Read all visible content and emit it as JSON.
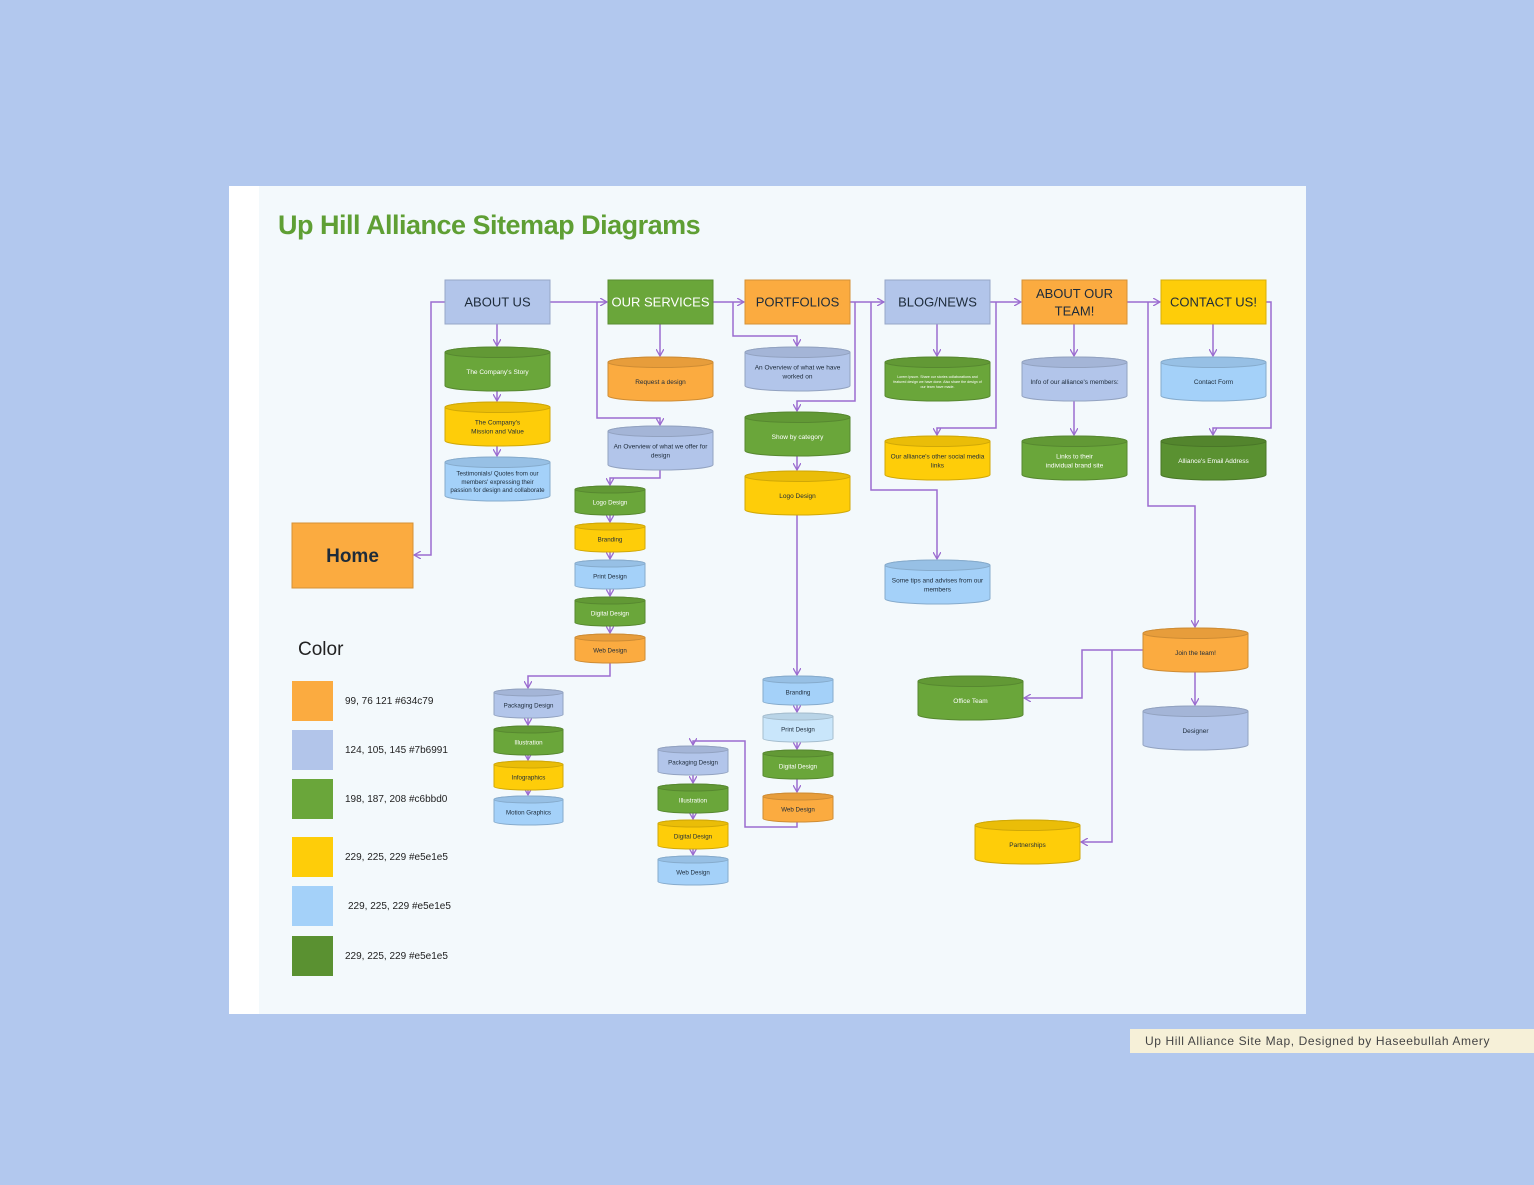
{
  "title": "Up Hill Alliance Sitemap Diagrams",
  "caption": "Up Hill Alliance Site Map, Designed by Haseebullah Amery",
  "colors": {
    "orange": "#fbab40",
    "lavender": "#b2c5ea",
    "green": "#6aa63a",
    "yellow": "#fecd09",
    "skyblue": "#a4d1f9",
    "darkgreen": "#5a9131",
    "arrow": "#9b6cd0"
  },
  "legend": {
    "title": "Color",
    "items": [
      {
        "label": "99, 76 121 #634c79",
        "color": "#fbab40"
      },
      {
        "label": "124, 105, 145 #7b6991",
        "color": "#b2c5ea"
      },
      {
        "label": "198, 187, 208 #c6bbd0",
        "color": "#6aa63a"
      },
      {
        "label": "229, 225, 229 #e5e1e5",
        "color": "#fecd09"
      },
      {
        "label": "229, 225, 229 #e5e1e5",
        "color": "#a4d1f9"
      },
      {
        "label": "229, 225, 229 #e5e1e5",
        "color": "#5a9131"
      }
    ]
  },
  "nodes": {
    "home": "Home",
    "about_us": "ABOUT US",
    "our_services": "OUR SERVICES",
    "portfolios": "PORTFOLIOS",
    "blog_news": "BLOG/NEWS",
    "about_team": [
      "ABOUT OUR",
      "TEAM!"
    ],
    "contact_us": "CONTACT US!",
    "company_story": "The Company's Story",
    "mission_value": [
      "The Company's",
      "Mission and Value"
    ],
    "testimonials": [
      "Testimonials/ Quotes from our",
      "members' expressing their",
      "passion for design and collaborate"
    ],
    "request_design": "Request a design",
    "overview_offer": [
      "An Overview of what we offer for",
      "design"
    ],
    "svc_logo": "Logo Design",
    "svc_branding": "Branding",
    "svc_print": "Print Design",
    "svc_digital": "Digital Design",
    "svc_web": "Web Design",
    "svc_packaging": "Packaging Design",
    "svc_illustration": "Illustration",
    "svc_infographics": "Infographics",
    "svc_motion": "Motion Graphics",
    "overview_worked": [
      "An Overview of what we have",
      "worked on"
    ],
    "show_category": "Show by category",
    "pf_logo": "Logo Design",
    "pf_branding": "Branding",
    "pf_print": "Print Design",
    "pf_digital": "Digital Design",
    "pf_web": "Web Design",
    "pf_packaging": "Packaging Design",
    "pf_illustration": "Illustration",
    "pf_digital2": "Digital Design",
    "pf_web2": "Web Design",
    "blog_small": [
      "Lorem Ipsum. Share our stories collaborations and",
      "featured design we have done. Also share the design of",
      "our team have made."
    ],
    "social_links": [
      "Our alliance's other social media",
      "links"
    ],
    "tips": [
      "Some tips and advises from our",
      "members"
    ],
    "members_info": "Info of our alliance's members:",
    "brand_links": [
      "Links to their",
      "individual brand site"
    ],
    "contact_form": "Contact Form",
    "email_address": "Alliance's Email Address",
    "join_team": "Join the team!",
    "office_team": "Office Team",
    "designer": "Designer",
    "partnerships": "Partnerships"
  }
}
